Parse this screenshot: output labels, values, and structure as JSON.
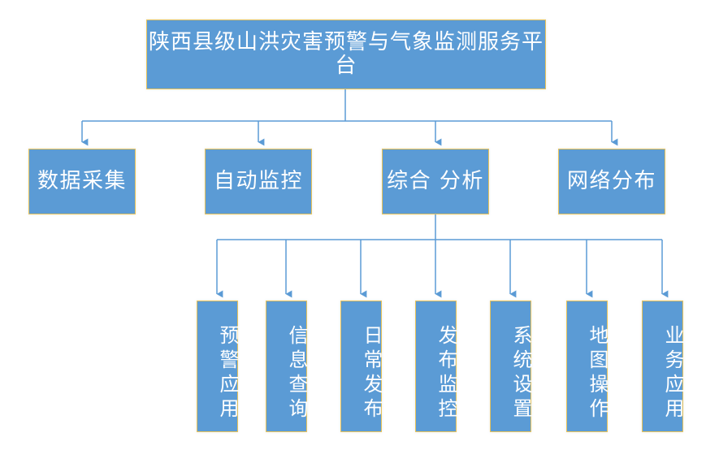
{
  "diagram": {
    "type": "organizational-hierarchy",
    "orientation": "top-down",
    "colors": {
      "node_fill": "#5B9BD5",
      "node_border": "#E8C35A",
      "node_text": "#FFFFFF",
      "connector": "#5B9BD5",
      "background": "#FFFFFF"
    },
    "root": {
      "id": "platform-root",
      "label": "陕西县级山洪灾害预警与气象监测服务平台"
    },
    "level2": [
      {
        "id": "data-collection",
        "label": "数据采集"
      },
      {
        "id": "auto-monitoring",
        "label": "自动监控"
      },
      {
        "id": "comprehensive-analysis",
        "label": "综合 分析"
      },
      {
        "id": "network-distribution",
        "label": "网络分布"
      }
    ],
    "level3_parent": "comprehensive-analysis",
    "level3": [
      {
        "id": "warning-application",
        "label": "预警应用"
      },
      {
        "id": "information-query",
        "label": "信息查询"
      },
      {
        "id": "daily-release",
        "label": "日常发布"
      },
      {
        "id": "release-monitoring",
        "label": "发布监控"
      },
      {
        "id": "system-settings",
        "label": "系统设置"
      },
      {
        "id": "map-operation",
        "label": "地图操作"
      },
      {
        "id": "business-application",
        "label": "业务应用"
      }
    ]
  }
}
